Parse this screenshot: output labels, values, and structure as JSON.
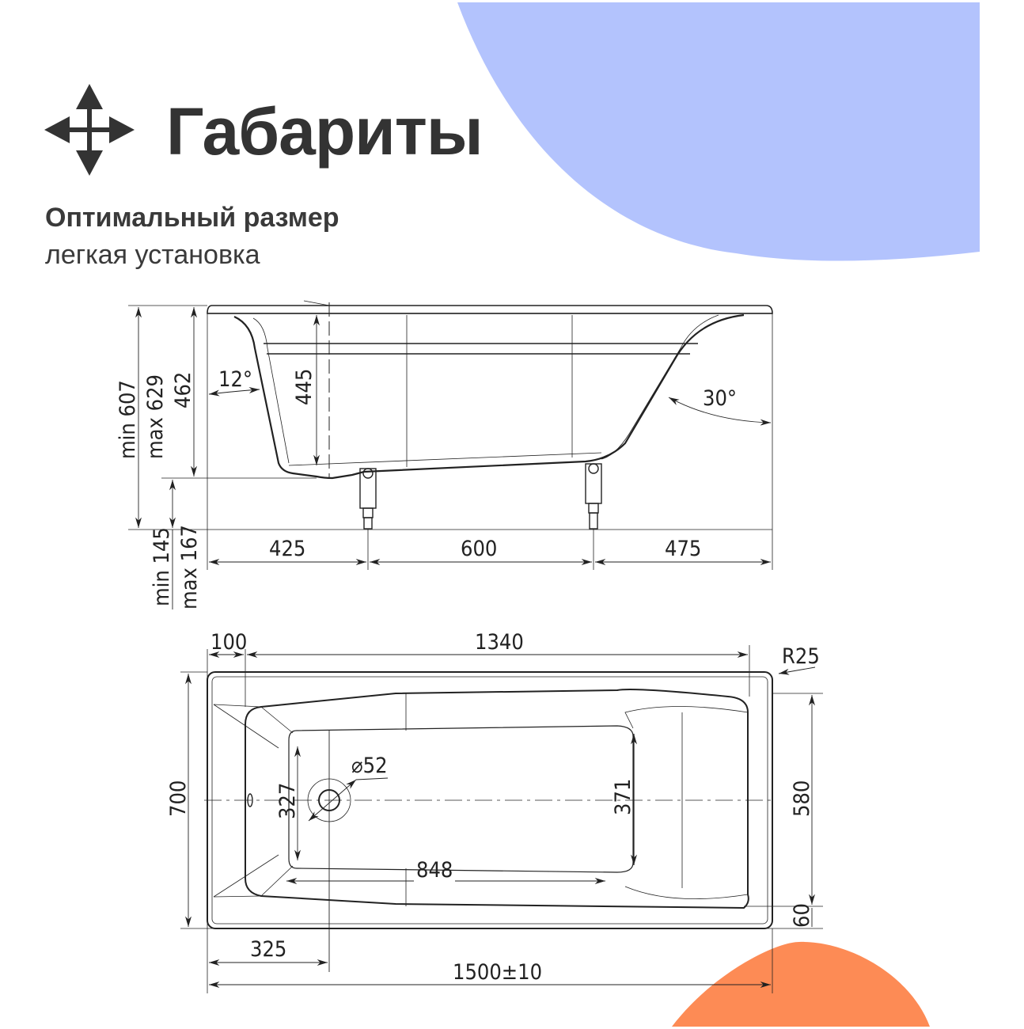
{
  "header": {
    "title": "Габариты",
    "subtitle": "Оптимальный размер",
    "tagline": "легкая установка",
    "icon": "move-arrows-icon"
  },
  "colors": {
    "text": "#333333",
    "accent_blue": "#b3c3fd",
    "accent_orange": "#fd8b55",
    "line": "#222222"
  },
  "side_view": {
    "overall_height_min": "min 607",
    "overall_height_max": "max 629",
    "tub_height": "462",
    "inner_depth": "445",
    "leg_height_min": "min 145",
    "leg_height_max": "max 167",
    "left_angle": "12°",
    "right_angle": "30°",
    "leg_offset_left": "425",
    "leg_spacing": "600",
    "leg_offset_right": "475"
  },
  "top_view": {
    "rim_left": "100",
    "inner_length": "1340",
    "corner_radius": "R25",
    "overall_width": "700",
    "inner_width": "580",
    "rim_bottom": "60",
    "drain_diameter": "⌀52",
    "head_width": "327",
    "foot_width": "371",
    "bottom_length": "848",
    "drain_offset": "325",
    "overall_length": "1500±10"
  }
}
